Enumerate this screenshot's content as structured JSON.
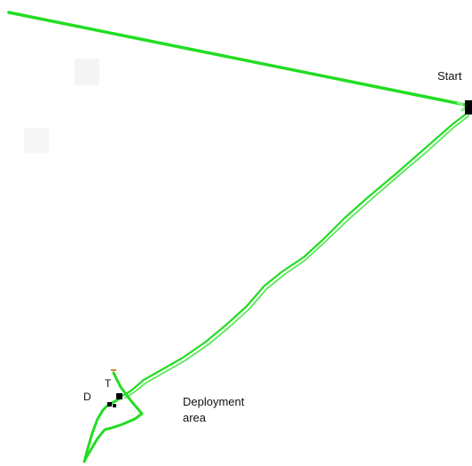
{
  "labels": {
    "start": "Start",
    "deployment_line1": "Deployment",
    "deployment_line2": "area",
    "t_marker": "T",
    "d_marker": "D"
  },
  "colors": {
    "track": "#22dd22",
    "track_light": "#8fef8f",
    "marker": "#000000",
    "faint_patch": "#f3f3f3"
  }
}
